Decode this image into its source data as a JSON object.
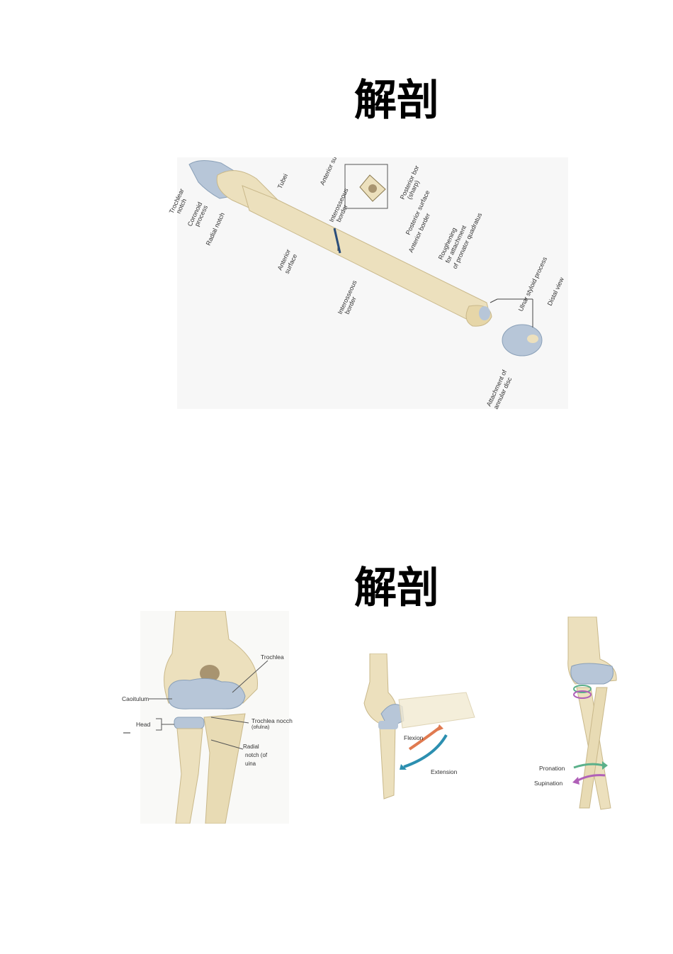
{
  "titles": {
    "slide1": "解剖",
    "slide2": "解剖"
  },
  "figure1": {
    "labels": {
      "trochlear_notch_1": "Trochlear",
      "trochlear_notch_2": "notch",
      "coronoid_1": "Coronoid",
      "coronoid_2": "process",
      "radial_notch": "Radial notch",
      "tuberosity": "Tubei",
      "anterior_surface_1": "Anterior",
      "anterior_surface_2": "surface",
      "anterior_su": "Anterior su",
      "interosseous_top_1": "Interosseous",
      "interosseous_top_2": "border",
      "interosseous_bottom_1": "Interosseous",
      "interosseous_bottom_2": "border",
      "posterior_border_1": "Posterior bor",
      "posterior_border_2": "(sharp)",
      "posterior_surface": "Posterior surface",
      "anterior_border": "Anterior border",
      "roughening_1": "Roughening",
      "roughening_2": "for attachment",
      "roughening_3": "of pronator quadratus",
      "ulnar_styloid": "Ulnar styloid process",
      "distal_view": "Distal view",
      "annular_1": "Attachment of",
      "annular_2": "annular disc"
    }
  },
  "figure2": {
    "labels": {
      "trochlea": "Trochlea",
      "capitulum": "Caoitulum",
      "head": "Head",
      "trochlea_notch_1": "Trochlea nocch",
      "trochlea_notch_2": "(ofulna)",
      "radial_notch_1": "Radial",
      "radial_notch_2": "notch (of",
      "radial_notch_3": "uina"
    }
  },
  "figure3": {
    "labels": {
      "flexion": "Flexion",
      "extension": "Extension"
    }
  },
  "figure4": {
    "labels": {
      "pronation": "Pronation",
      "supination": "Supination"
    }
  },
  "colors": {
    "bone": "#ece0bd",
    "bone_shade": "#c9b88a",
    "cartilage": "#b7c6d8",
    "flexion_arrow": "#e07a50",
    "extension_arrow": "#2c8fb0",
    "pronation_arrow": "#5bb08a",
    "supination_arrow": "#b060b8"
  }
}
